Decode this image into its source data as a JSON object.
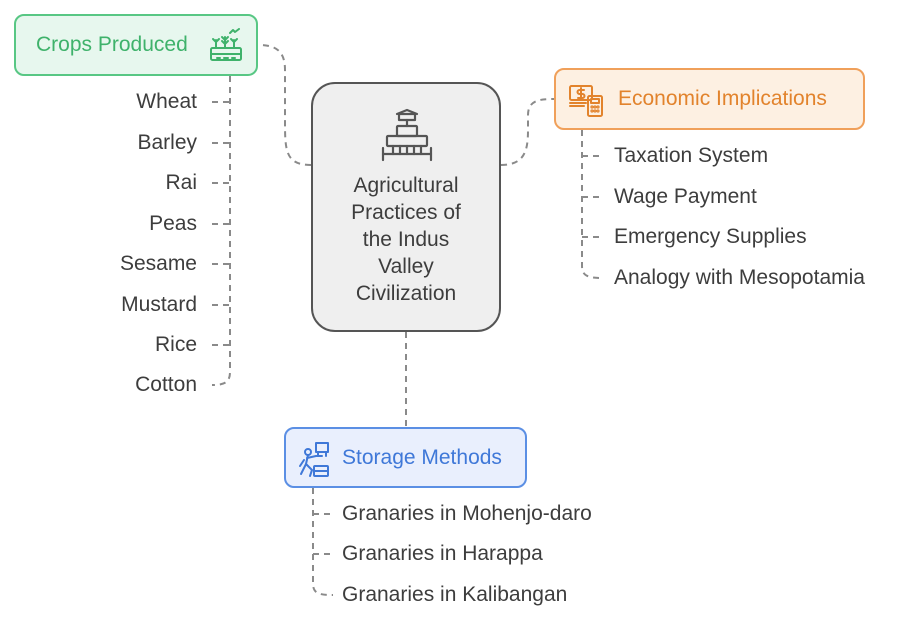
{
  "center": {
    "title_lines": [
      "Agricultural",
      "Practices of",
      "the Indus",
      "Valley",
      "Civilization"
    ],
    "icon": "harvester-icon"
  },
  "crops": {
    "title": "Crops Produced",
    "icon": "crop-field-icon",
    "color": "#3fb26b",
    "items": [
      "Wheat",
      "Barley",
      "Rai",
      "Peas",
      "Sesame",
      "Mustard",
      "Rice",
      "Cotton"
    ]
  },
  "economic": {
    "title": "Economic Implications",
    "icon": "money-calculator-icon",
    "color": "#e2832c",
    "items": [
      "Taxation System",
      "Wage Payment",
      "Emergency Supplies",
      "Analogy with Mesopotamia"
    ]
  },
  "storage": {
    "title": "Storage Methods",
    "icon": "granary-worker-icon",
    "color": "#3f78d8",
    "items": [
      "Granaries in Mohenjo-daro",
      "Granaries in Harappa",
      "Granaries in Kalibangan"
    ]
  }
}
